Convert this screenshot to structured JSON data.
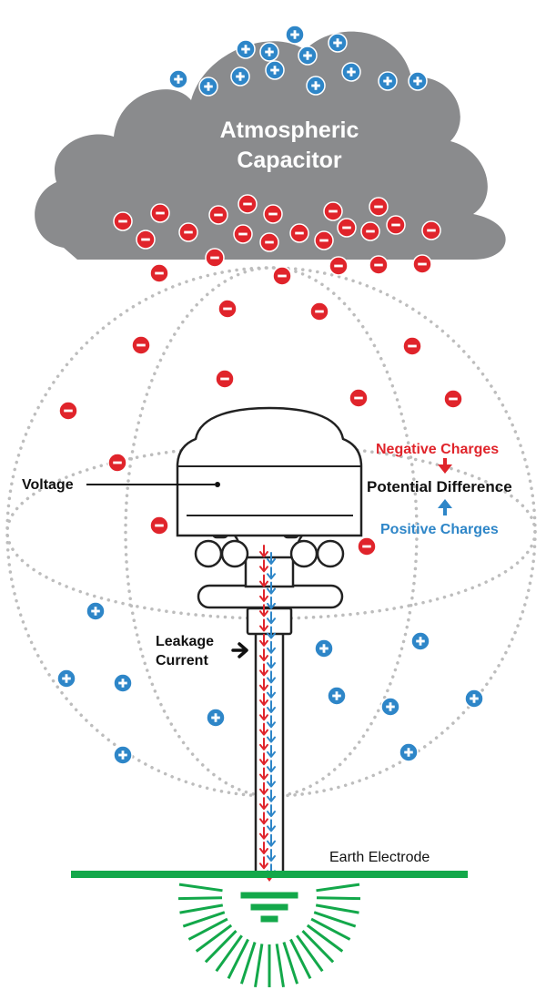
{
  "cloud": {
    "title_line1": "Atmospheric",
    "title_line2": "Capacitor"
  },
  "labels": {
    "voltage": "Voltage",
    "negative_charges": "Negative Charges",
    "potential_difference": "Potential Difference",
    "positive_charges": "Positive Charges",
    "leakage_line1": "Leakage",
    "leakage_line2": "Current",
    "earth_electrode": "Earth Electrode"
  },
  "colors": {
    "negative": "#e0242b",
    "positive": "#2e86c8",
    "cloud": "#8a8b8d",
    "earth": "#13a84a",
    "outline": "#222222",
    "field": "#bdbdbd"
  },
  "icons": {
    "negative_charge": "minus-circle-icon",
    "positive_charge": "plus-circle-icon",
    "pointer_arrow": "arrow-right-icon",
    "flow_down_arrow": "arrow-down-icon",
    "flow_up_arrow": "arrow-up-icon",
    "ground": "ground-symbol-icon"
  }
}
